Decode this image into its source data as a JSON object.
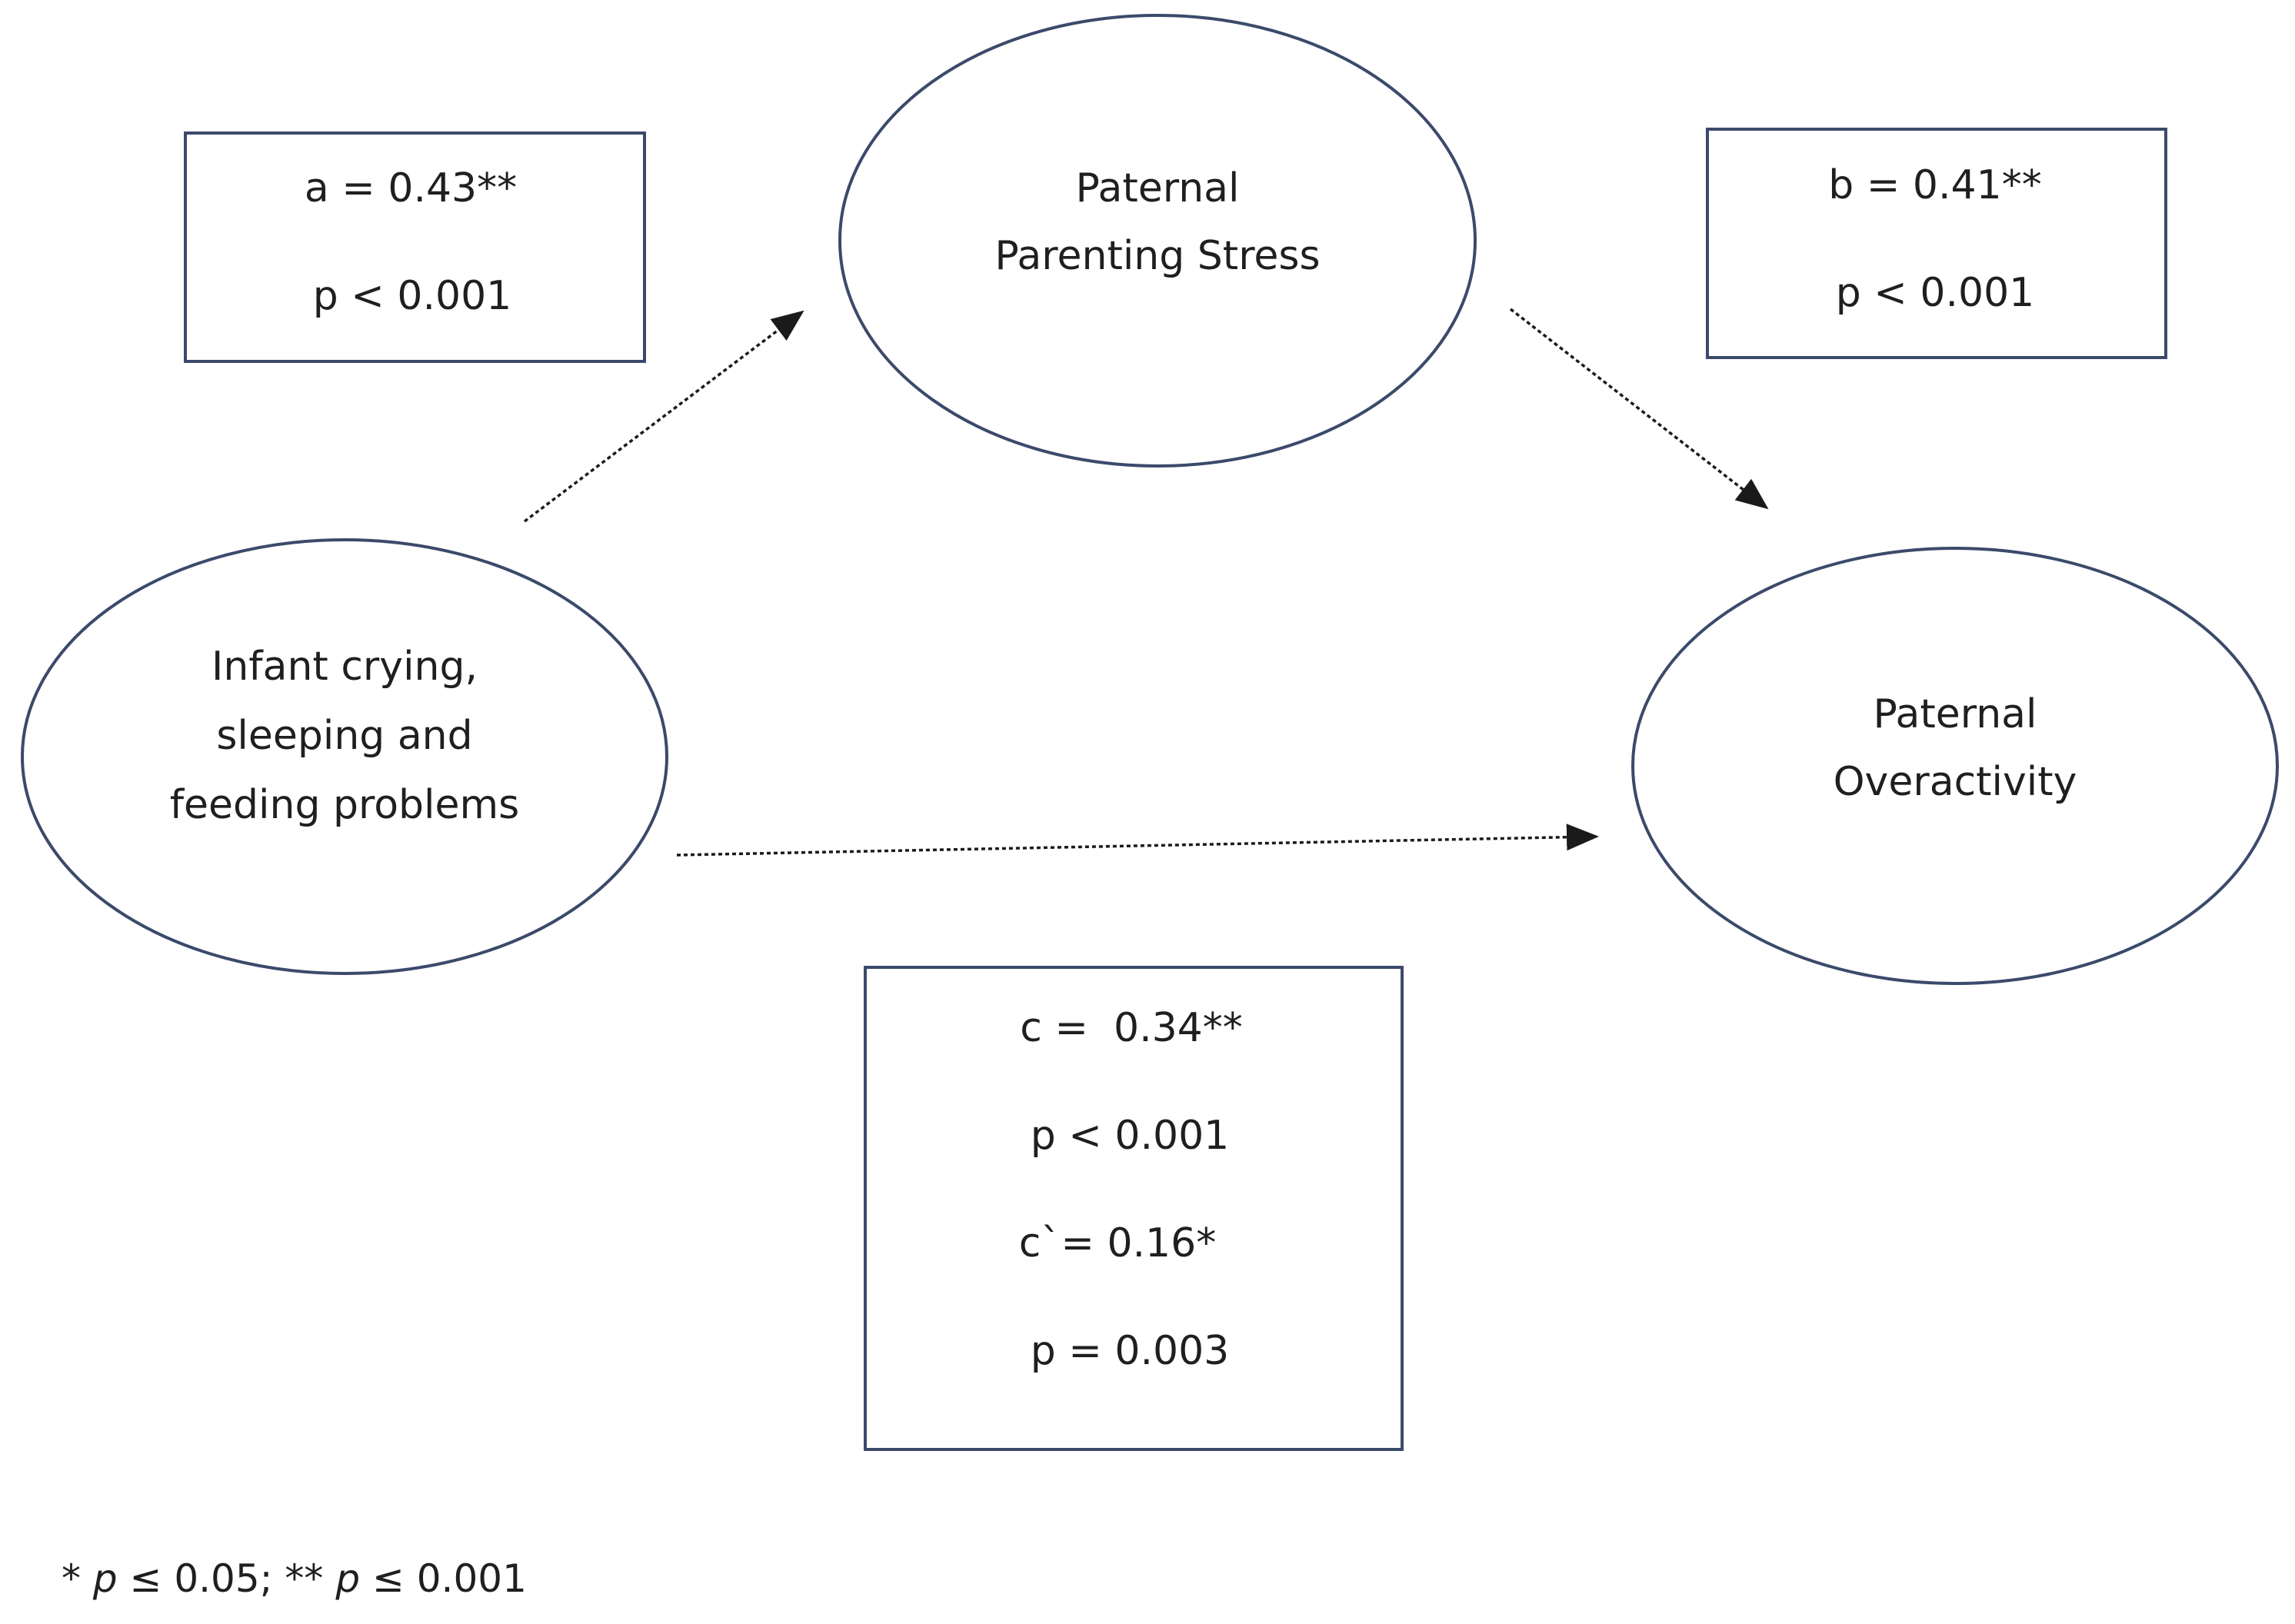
{
  "nodes": {
    "infant": {
      "lines": [
        "Infant crying,",
        "sleeping and",
        "feeding problems"
      ]
    },
    "stress": {
      "lines": [
        "Paternal",
        "Parenting Stress"
      ]
    },
    "overactivity": {
      "lines": [
        "Paternal",
        "Overactivity"
      ]
    }
  },
  "path_a": {
    "coef": "a = 0.43**",
    "p": "p < 0.001"
  },
  "path_b": {
    "coef": "b = 0.41**",
    "p": "p < 0.001"
  },
  "path_c": {
    "c_coef": "c =  0.34**",
    "c_p": "p < 0.001",
    "c_prime_coef": "c`= 0.16*",
    "c_prime_p": "p = 0.003"
  },
  "footnote": {
    "star1": "* ",
    "p1": "p",
    "rest1": " ≤ 0.05; ** ",
    "p2": "p",
    "rest2": " ≤ 0.001"
  },
  "colors": {
    "outline": "#3b4a6b",
    "arrow": "#1a1a1a"
  }
}
